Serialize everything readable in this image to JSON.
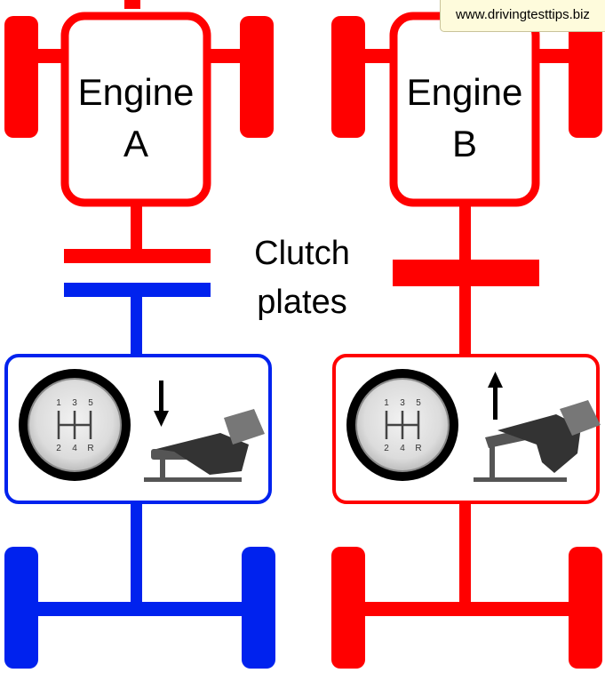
{
  "engines": [
    {
      "name_line1": "Engine",
      "name_line2": "A",
      "engine_color": "#ff0000",
      "drive_color": "#0022ee",
      "clutch_state": "disengaged",
      "pedal_state": "pressed",
      "pedal_arrow": "down-arrow-icon"
    },
    {
      "name_line1": "Engine",
      "name_line2": "B",
      "engine_color": "#ff0000",
      "drive_color": "#ff0000",
      "clutch_state": "engaged",
      "pedal_state": "released",
      "pedal_arrow": "up-arrow-icon"
    }
  ],
  "clutch_label": {
    "line1": "Clutch",
    "line2": "plates"
  },
  "gear_knob": {
    "top_numbers": [
      "1",
      "3",
      "5"
    ],
    "bottom_numbers": [
      "2",
      "4",
      "R"
    ]
  },
  "watermark": "www.drivingtesttips.biz",
  "colors": {
    "red": "#ff0000",
    "blue": "#0022ee",
    "pedal": "#555555",
    "shoe": "#333333"
  }
}
